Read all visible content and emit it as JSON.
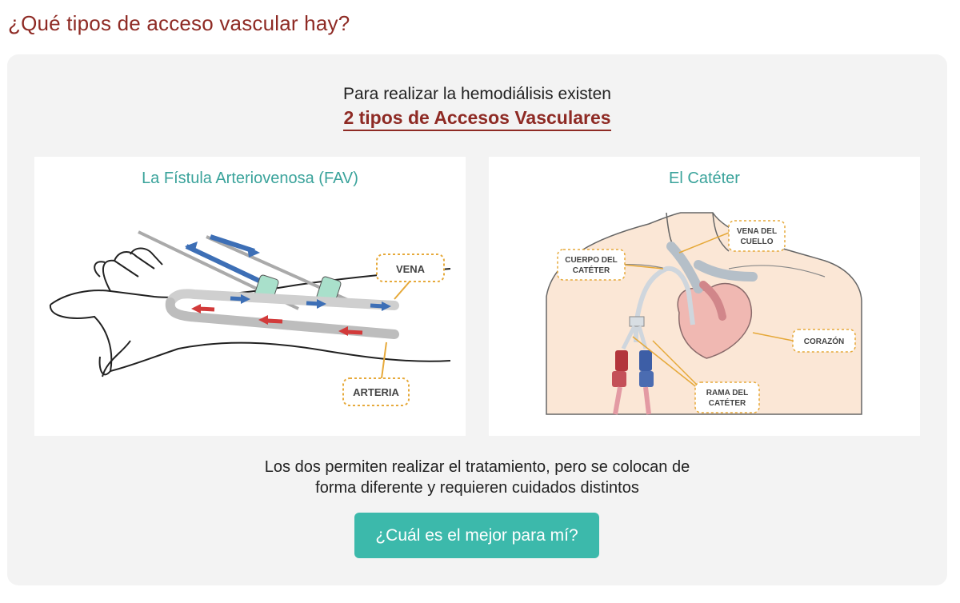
{
  "page": {
    "title": "¿Qué tipos de acceso vascular hay?"
  },
  "panel": {
    "intro": "Para realizar la hemodiálisis existen",
    "highlight": "2 tipos de Accesos Vasculares",
    "outro_line1": "Los dos permiten realizar el tratamiento, pero se colocan de",
    "outro_line2": "forma diferente y requieren cuidados distintos",
    "cta_label": "¿Cuál es el mejor para mí?"
  },
  "cards": [
    {
      "title": "La Fístula Arteriovenosa (FAV)",
      "labels": {
        "vena": "VENA",
        "arteria": "ARTERIA"
      }
    },
    {
      "title": "El Catéter",
      "labels": {
        "vena_line1": "VENA DEL",
        "vena_line2": "CUELLO",
        "cuerpo_line1": "CUERPO DEL",
        "cuerpo_line2": "CATÉTER",
        "corazon": "CORAZÓN",
        "rama_line1": "RAMA DEL",
        "rama_line2": "CATÉTER"
      }
    }
  ],
  "colors": {
    "title_red": "#8e2a24",
    "accent_teal": "#3aa39b",
    "button_teal": "#3cb9ab",
    "panel_bg": "#f3f3f3",
    "label_border": "#e6a93a",
    "artery_red": "#d23a3a",
    "vein_blue": "#3d6fb6"
  }
}
